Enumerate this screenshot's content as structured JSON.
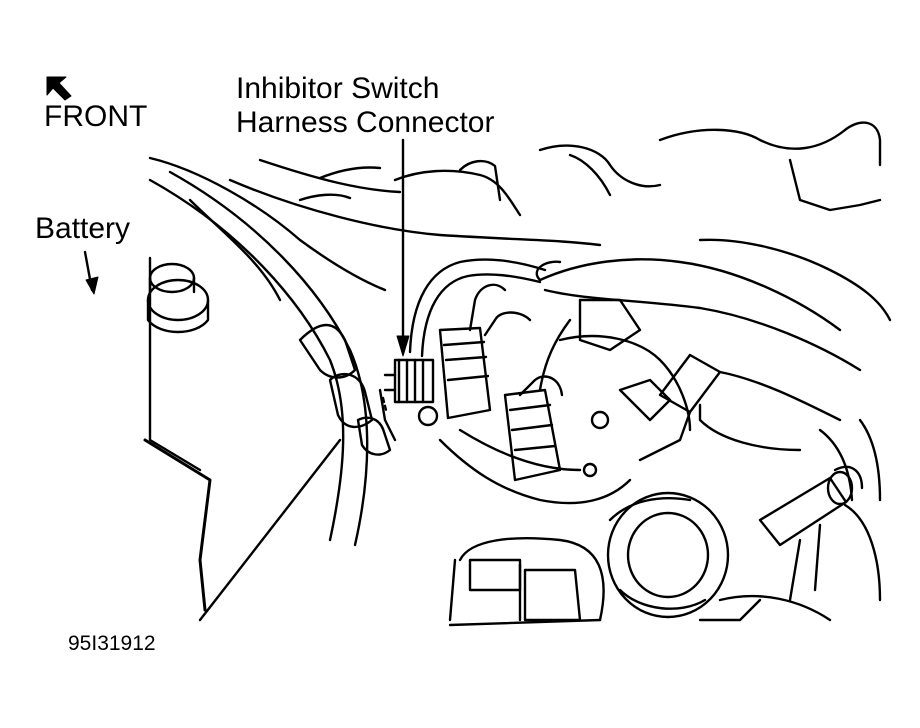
{
  "orientation": {
    "label": "FRONT",
    "arrow_icon": "arrow-up-left-icon"
  },
  "callout": {
    "line1": "Inhibitor Switch",
    "line2": "Harness Connector"
  },
  "battery": {
    "label": "Battery"
  },
  "figure_id": "95I31912",
  "colors": {
    "ink": "#000000",
    "paper": "#ffffff"
  }
}
